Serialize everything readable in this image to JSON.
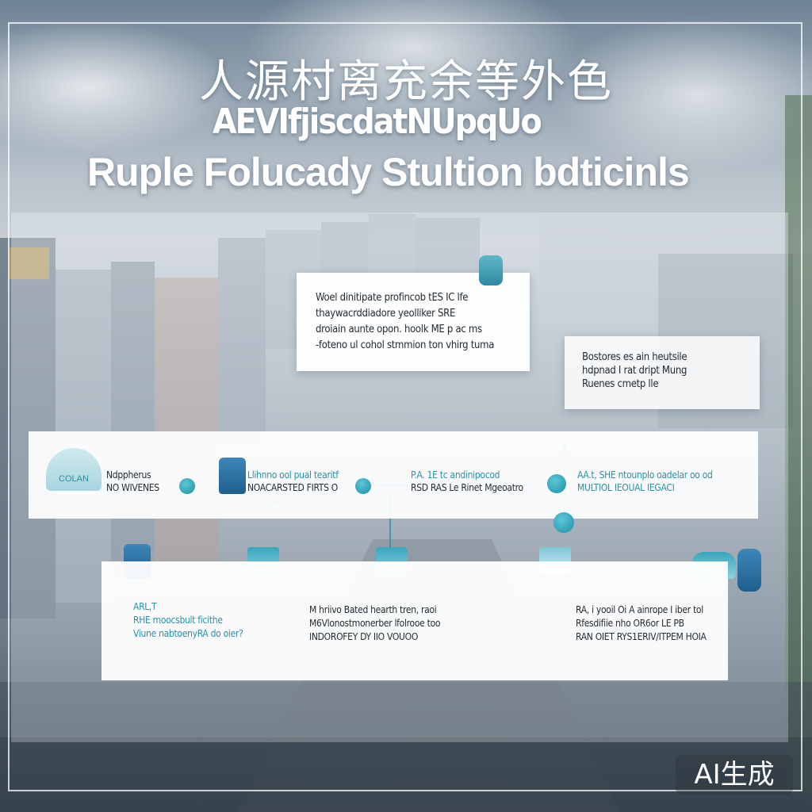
{
  "poster": {
    "title_cn": "人源村离充余等外色",
    "title_mid": "AEVIfjiscdatNUpqUo",
    "title_main": "Ruple Folucady Stultion bdticinls"
  },
  "callout_top": {
    "lines": [
      "Woel dinitipate profincob tES  IC lfe",
      "thaywacrddiadore yeolliker SRE",
      "droiain  aunte opon. hoolk ME p ac ms",
      "-foteno ul cohol stmmion ton vhirg tuma"
    ]
  },
  "callout_right": {
    "lines": [
      "Bostores es ain heutsile",
      "hdpnad I rat dript Mung",
      "Ruenes cmetp lle"
    ]
  },
  "timeline": {
    "logo_text": "COLAN",
    "items": [
      {
        "line1": "Ndppherus",
        "line2": "NO WIVENES"
      },
      {
        "line1": "Llihnno ool pual tearitf",
        "line2": "NOACARSTED  FIRTS O"
      },
      {
        "line1": "P.A. 1E tc andinipocod",
        "line2": "RSD  RAS  Le Rinet Mgeoatro"
      },
      {
        "line1": "AA.t, SHE ntounplo oadelar oo od",
        "line2": "MULTIOL IEOUAL IEGACI"
      }
    ]
  },
  "bottom": {
    "col1": [
      "ARL,T",
      "RHE  moocsbult ficithe",
      "Viune nabtoenyRA  do oier?"
    ],
    "col2": [
      "M hriivo Bated hearth tren, raoi",
      "M6Vlonostmonerber lfolrooe too",
      "INDOROFEY DY IIO VOUOO"
    ],
    "col3": [
      "RA, i yooil Oi A ainrope I iber  tol",
      "Rfesdifiie  nho OR6or LE PB",
      "RAN OIET  RYS1ERIV/ITPEM  HOIA"
    ]
  },
  "watermark": "AI生成",
  "colors": {
    "accent_teal": "#2a8fa6",
    "marker_blue": "#1f5f8f",
    "text_dark": "#1f2a33"
  }
}
